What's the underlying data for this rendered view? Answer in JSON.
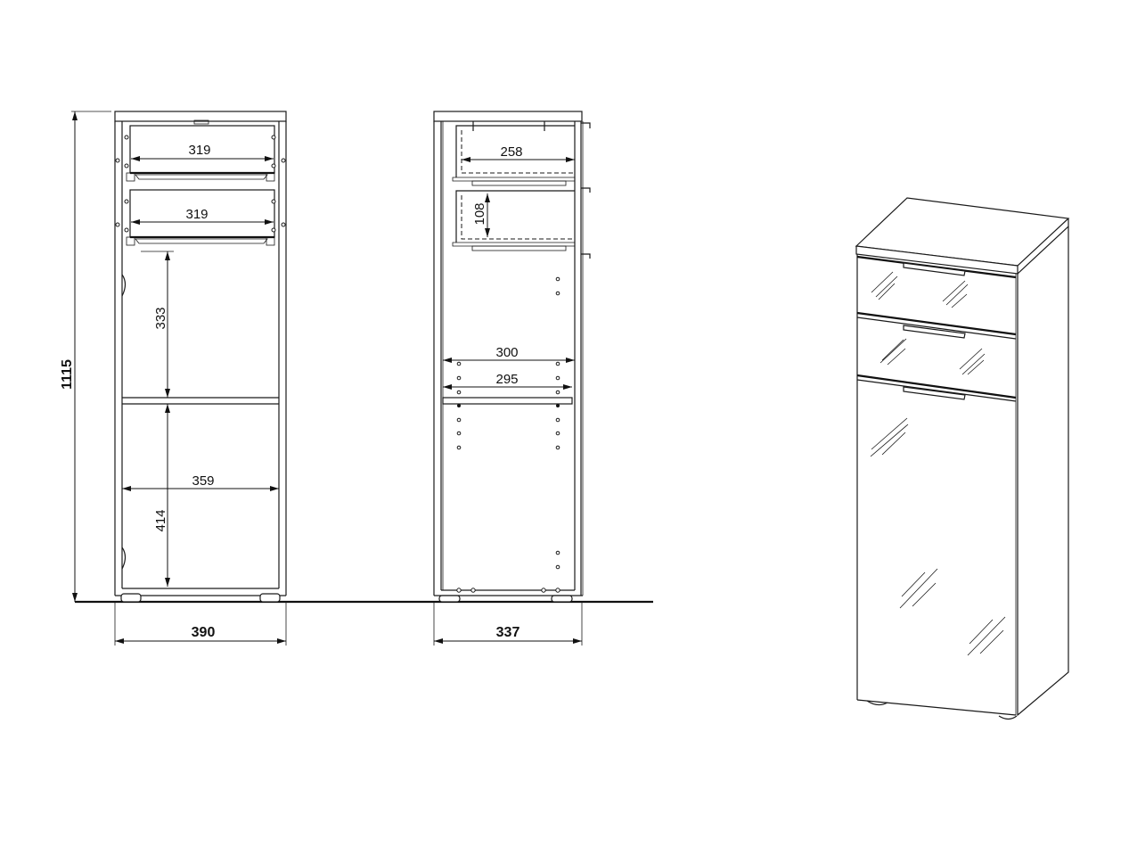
{
  "drawing": {
    "front_view": {
      "overall_height": "1115",
      "overall_width": "390",
      "drawer_inner_width_1": "319",
      "drawer_inner_width_2": "319",
      "upper_compartment_height": "333",
      "inner_width": "359",
      "lower_compartment_height": "414"
    },
    "side_view": {
      "overall_depth": "337",
      "drawer_depth": "258",
      "drawer_height": "108",
      "shelf_depth_1": "300",
      "shelf_depth_2": "295"
    },
    "perspective_view": {
      "label": "cabinet-3d-illustration",
      "drawers": 2,
      "doors": 1
    }
  },
  "colors": {
    "line": "#1a1a1a",
    "background": "#ffffff"
  }
}
